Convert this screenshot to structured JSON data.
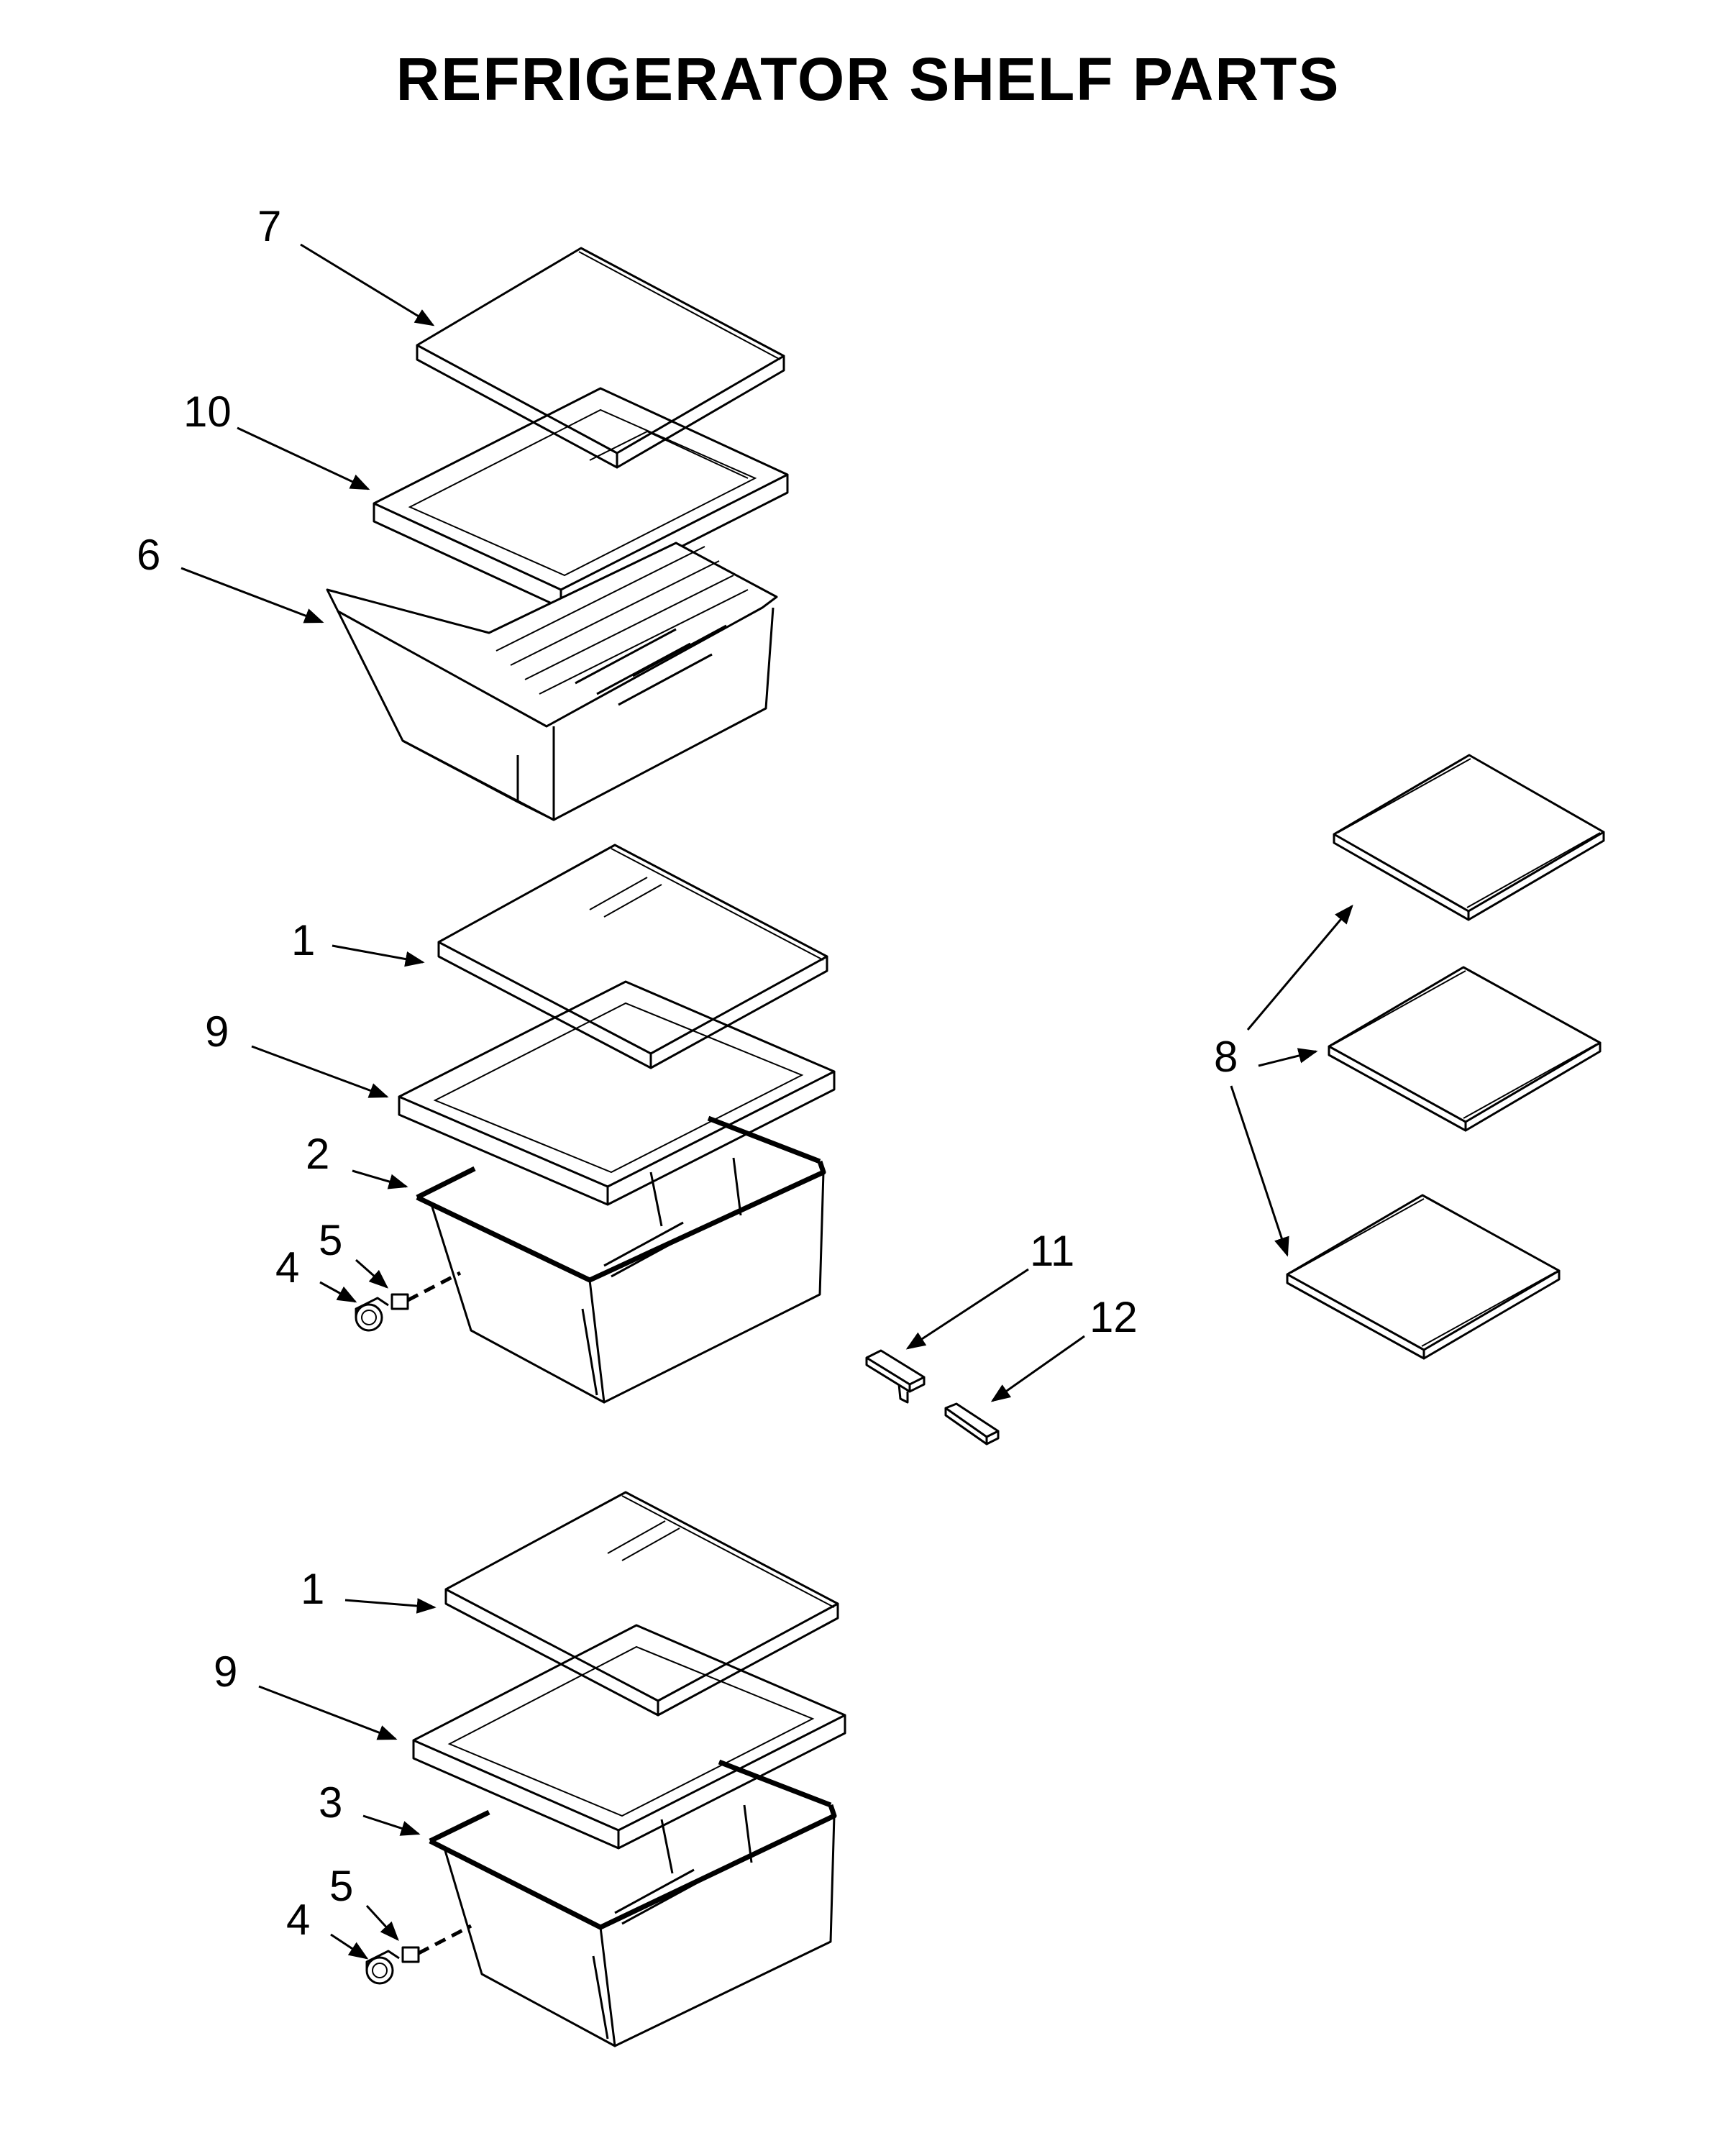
{
  "title": "REFRIGERATOR SHELF PARTS",
  "callouts": [
    {
      "id": "c7",
      "label": "7"
    },
    {
      "id": "c10",
      "label": "10"
    },
    {
      "id": "c6",
      "label": "6"
    },
    {
      "id": "c1a",
      "label": "1"
    },
    {
      "id": "c9a",
      "label": "9"
    },
    {
      "id": "c2",
      "label": "2"
    },
    {
      "id": "c5a",
      "label": "5"
    },
    {
      "id": "c4a",
      "label": "4"
    },
    {
      "id": "c1b",
      "label": "1"
    },
    {
      "id": "c9b",
      "label": "9"
    },
    {
      "id": "c3",
      "label": "3"
    },
    {
      "id": "c5b",
      "label": "5"
    },
    {
      "id": "c4b",
      "label": "4"
    },
    {
      "id": "c8",
      "label": "8"
    },
    {
      "id": "c11",
      "label": "11"
    },
    {
      "id": "c12",
      "label": "12"
    }
  ]
}
